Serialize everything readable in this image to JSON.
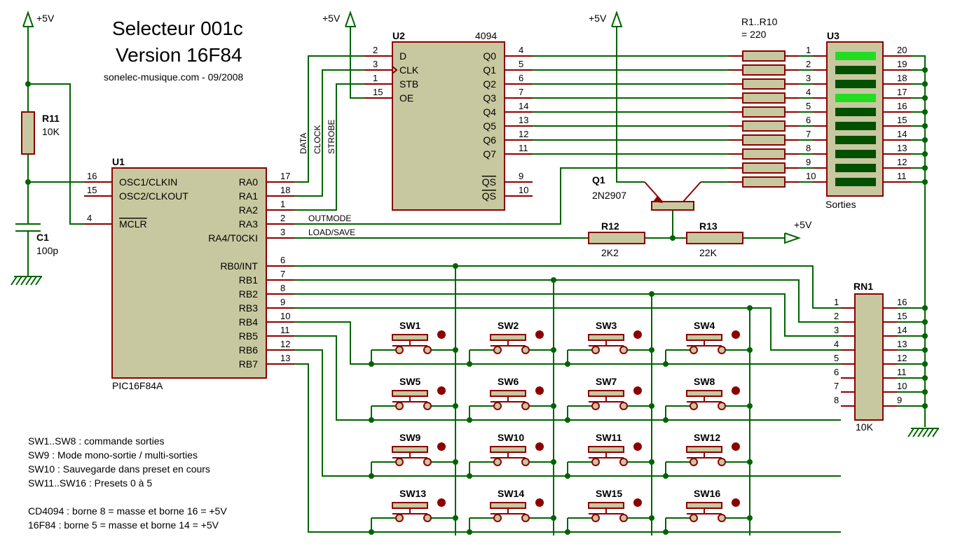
{
  "title_line1": "Selecteur 001c",
  "title_line2": "Version 16F84",
  "subtitle": "sonelec-musique.com - 09/2008",
  "supply": "+5V",
  "colors": {
    "wire": "#006400",
    "pin": "#8b0000",
    "body": "#c8c8a0",
    "led_on": "#22dd22",
    "led_off": "#005000",
    "text": "#000000"
  },
  "u1": {
    "ref": "U1",
    "part": "PIC16F84A",
    "left_pins": [
      {
        "num": "16",
        "name": "OSC1/CLKIN"
      },
      {
        "num": "15",
        "name": "OSC2/CLKOUT"
      },
      {
        "num": "4",
        "name": "MCLR"
      }
    ],
    "right_pins": [
      {
        "num": "17",
        "name": "RA0"
      },
      {
        "num": "18",
        "name": "RA1"
      },
      {
        "num": "1",
        "name": "RA2"
      },
      {
        "num": "2",
        "name": "RA3"
      },
      {
        "num": "3",
        "name": "RA4/T0CKI"
      },
      {
        "num": "6",
        "name": "RB0/INT"
      },
      {
        "num": "7",
        "name": "RB1"
      },
      {
        "num": "8",
        "name": "RB2"
      },
      {
        "num": "9",
        "name": "RB3"
      },
      {
        "num": "10",
        "name": "RB4"
      },
      {
        "num": "11",
        "name": "RB5"
      },
      {
        "num": "12",
        "name": "RB6"
      },
      {
        "num": "13",
        "name": "RB7"
      }
    ]
  },
  "u2": {
    "ref": "U2",
    "part": "4094",
    "left_pins": [
      {
        "num": "2",
        "name": "D"
      },
      {
        "num": "3",
        "name": "CLK"
      },
      {
        "num": "1",
        "name": "STB"
      },
      {
        "num": "15",
        "name": "OE"
      }
    ],
    "right_pins": [
      {
        "num": "4",
        "name": "Q0"
      },
      {
        "num": "5",
        "name": "Q1"
      },
      {
        "num": "6",
        "name": "Q2"
      },
      {
        "num": "7",
        "name": "Q3"
      },
      {
        "num": "14",
        "name": "Q4"
      },
      {
        "num": "13",
        "name": "Q5"
      },
      {
        "num": "12",
        "name": "Q6"
      },
      {
        "num": "11",
        "name": "Q7"
      },
      {
        "num": "9",
        "name": "QS"
      },
      {
        "num": "10",
        "name": "QS"
      }
    ]
  },
  "u3": {
    "ref": "U3",
    "label": "Sorties",
    "left_pins": [
      "1",
      "2",
      "3",
      "4",
      "5",
      "6",
      "7",
      "8",
      "9",
      "10"
    ],
    "right_pins": [
      "20",
      "19",
      "18",
      "17",
      "16",
      "15",
      "14",
      "13",
      "12",
      "11"
    ],
    "segments_lit": [
      true,
      false,
      false,
      true,
      false,
      false,
      false,
      false,
      false,
      false
    ]
  },
  "rn1": {
    "ref": "RN1",
    "value": "10K",
    "left_pins": [
      "1",
      "2",
      "3",
      "4",
      "5",
      "6",
      "7",
      "8"
    ],
    "right_pins": [
      "16",
      "15",
      "14",
      "13",
      "12",
      "11",
      "10",
      "9"
    ]
  },
  "r_array": {
    "ref": "R1..R10",
    "value": "= 220"
  },
  "r11": {
    "ref": "R11",
    "value": "10K"
  },
  "c1": {
    "ref": "C1",
    "value": "100p"
  },
  "q1": {
    "ref": "Q1",
    "part": "2N2907"
  },
  "r12": {
    "ref": "R12",
    "value": "2K2"
  },
  "r13": {
    "ref": "R13",
    "value": "22K"
  },
  "net_labels": {
    "data": "DATA",
    "clock": "CLOCK",
    "strobe": "STROBE",
    "outmode": "OUTMODE",
    "loadsave": "LOAD/SAVE"
  },
  "switches": [
    "SW1",
    "SW2",
    "SW3",
    "SW4",
    "SW5",
    "SW6",
    "SW7",
    "SW8",
    "SW9",
    "SW10",
    "SW11",
    "SW12",
    "SW13",
    "SW14",
    "SW15",
    "SW16"
  ],
  "notes": [
    "SW1..SW8 : commande sorties",
    "SW9 : Mode mono-sortie / multi-sorties",
    "SW10 : Sauvegarde dans preset en cours",
    "SW11..SW16 : Presets 0 à 5",
    "",
    "CD4094 : borne 8 = masse et borne 16 = +5V",
    "16F84 : borne 5 = masse et borne 14 = +5V"
  ]
}
